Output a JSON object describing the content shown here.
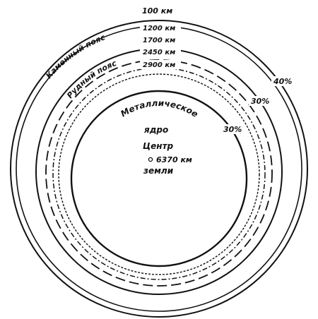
{
  "diagram": {
    "depths": {
      "d100": "100 км",
      "d1200": "1200 км",
      "d1700": "1700 км",
      "d2450": "2450 км",
      "d2900": "2900 км",
      "center": "6370 км"
    },
    "belts": {
      "stone": "Каменный пояс",
      "ore": "Рудный пояс"
    },
    "core": {
      "line1": "Металлическое",
      "line2": "ядро"
    },
    "center_label": {
      "line1": "Центр",
      "line2": "земли"
    },
    "percents": {
      "p40": "40%",
      "p30_outer": "30%",
      "p30_inner": "30%"
    },
    "colors": {
      "ink": "#111111",
      "background": "#ffffff"
    }
  }
}
